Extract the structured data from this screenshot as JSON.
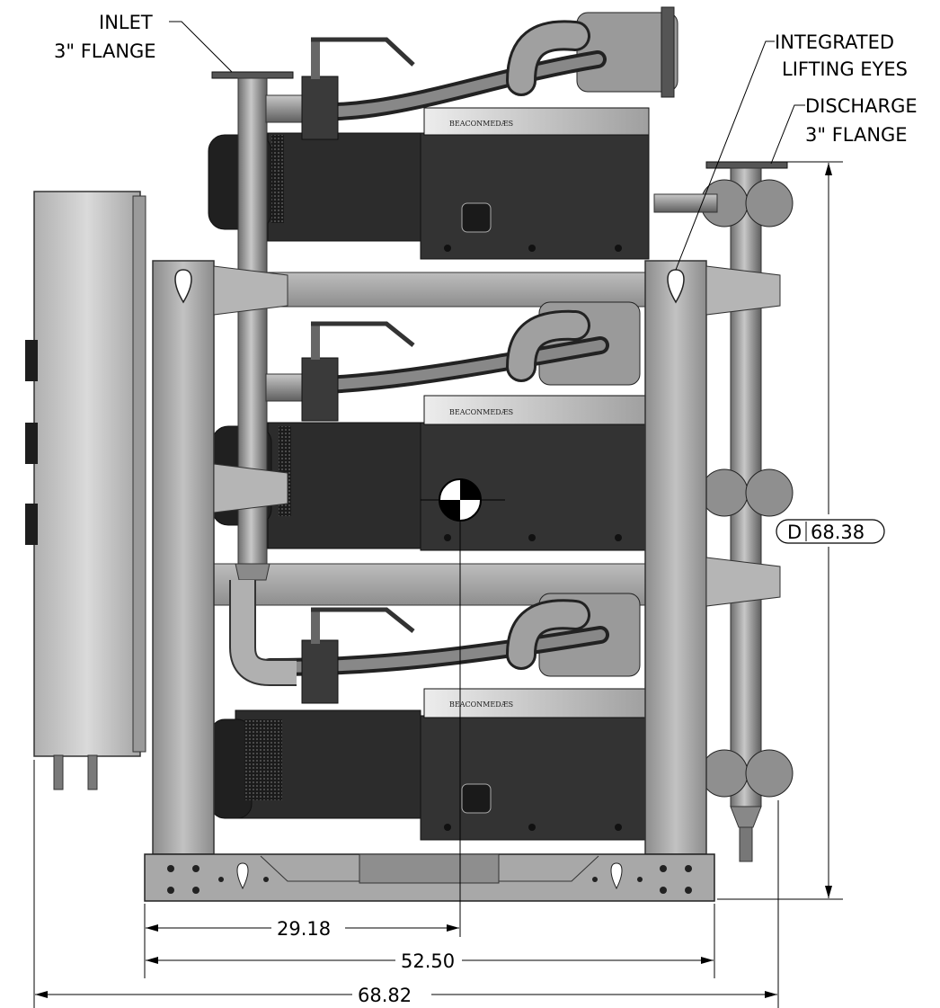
{
  "callouts": {
    "inlet_line1": "INLET",
    "inlet_line2": "3\" FLANGE",
    "lifting_line1": "INTEGRATED",
    "lifting_line2": "LIFTING EYES",
    "discharge_line1": "DISCHARGE",
    "discharge_line2": "3\" FLANGE"
  },
  "dimensions": {
    "center_of_gravity": "29.18",
    "frame_width": "52.50",
    "overall_width": "68.82",
    "height_prefix": "D",
    "height": "68.38"
  },
  "brand_plates": [
    "BEACONMEDÆS",
    "BEACONMEDÆS",
    "BEACONMEDÆS"
  ],
  "colors": {
    "pump_body": "#2e2e2e",
    "frame": "#9a9a9a",
    "pipe": "#8a8a8a",
    "line": "#000000"
  }
}
